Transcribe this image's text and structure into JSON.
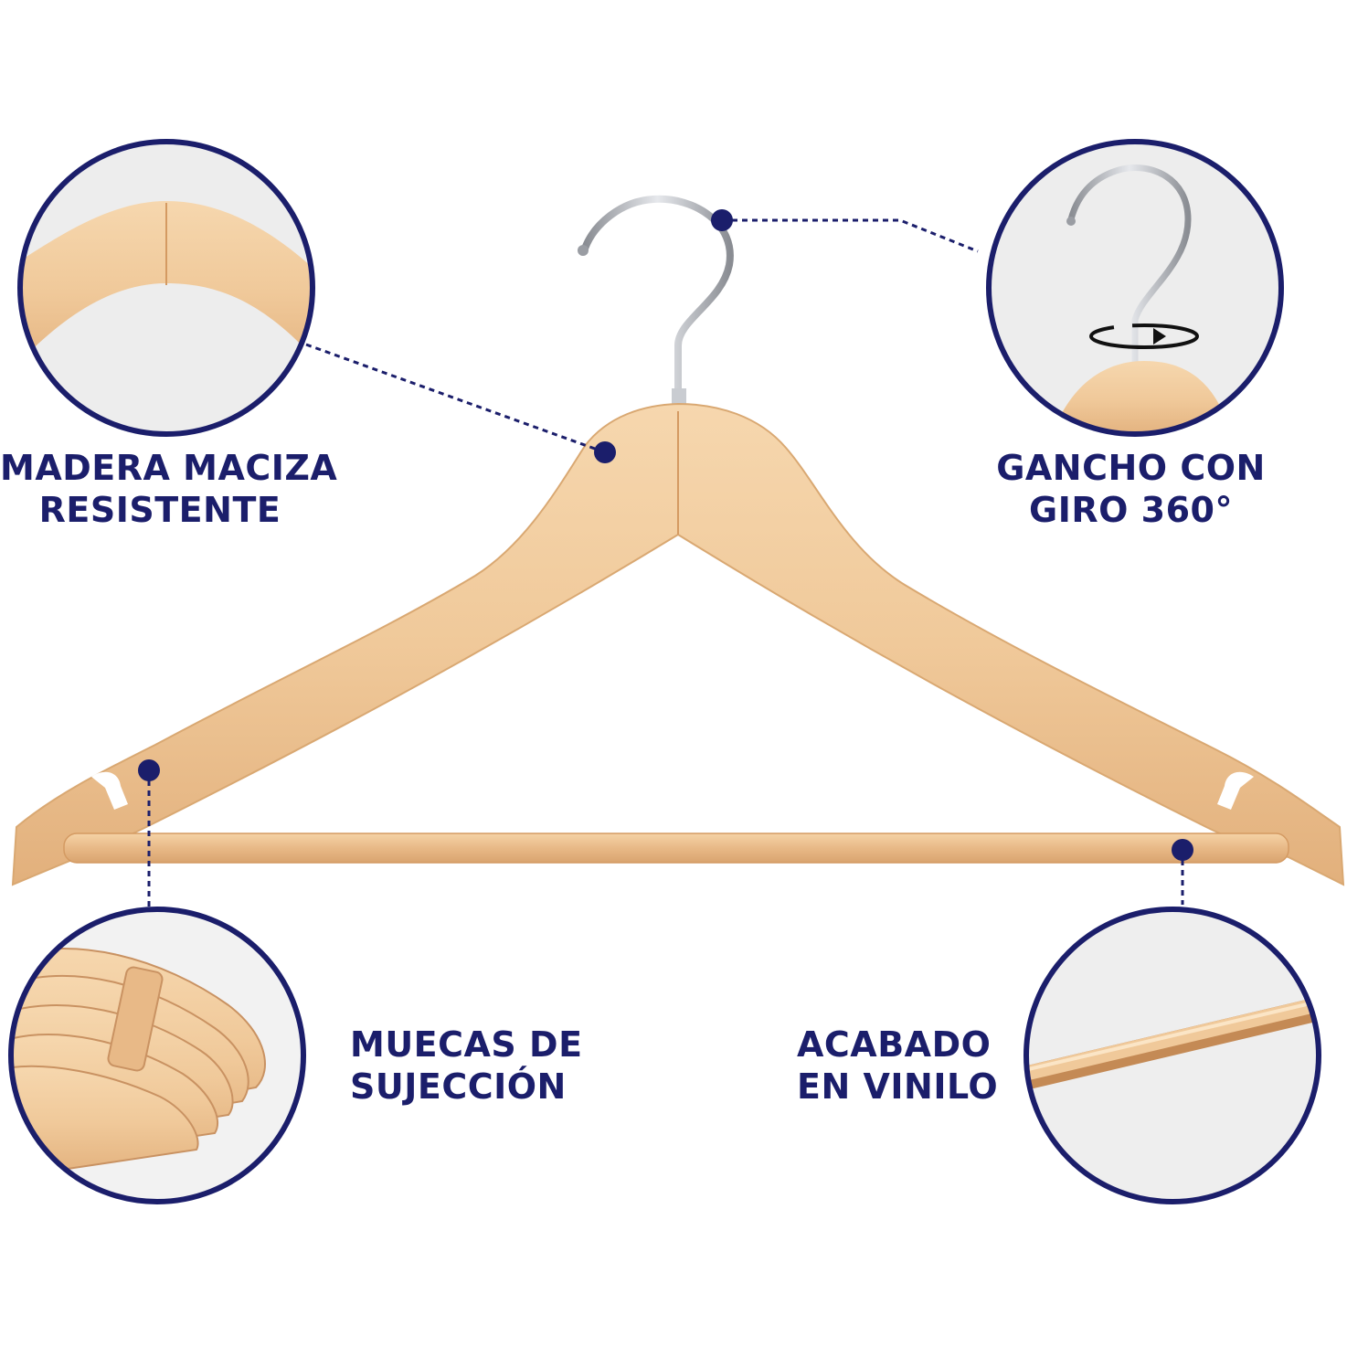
{
  "features": {
    "solid_wood": {
      "line1": "MADERA MACIZA",
      "line2": "RESISTENTE"
    },
    "swivel_hook": {
      "line1": "GANCHO CON",
      "line2": "GIRO 360°"
    },
    "notches": {
      "line1": "MUECAS DE",
      "line2": "SUJECCIÓN"
    },
    "finish": {
      "line1": "ACABADO",
      "line2": "EN VINILO"
    }
  },
  "colors": {
    "accent": "#1b1e6b",
    "wood": "#f0c99a",
    "wood_dark": "#d9a872",
    "chrome": "#b9bcc2",
    "background": "#ffffff"
  },
  "icons": {
    "rotate": "rotate-360-icon"
  }
}
